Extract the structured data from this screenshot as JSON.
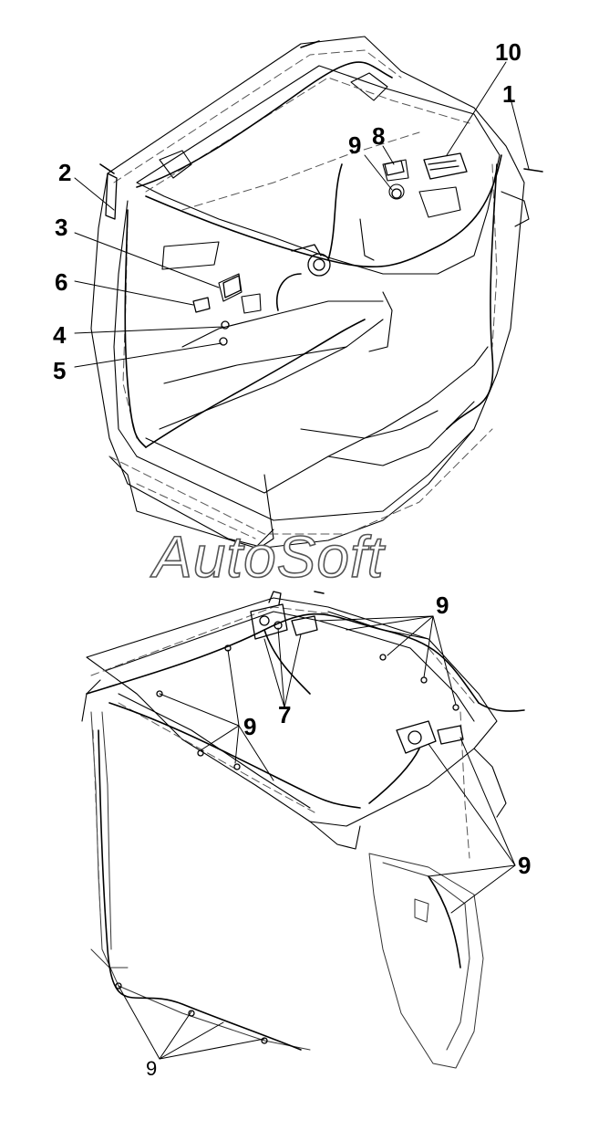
{
  "watermark": "AutoSoft",
  "callouts": {
    "c10": "10",
    "c1": "1",
    "c2": "2",
    "c3": "3",
    "c6": "6",
    "c4": "4",
    "c5": "5",
    "c9a": "9",
    "c8": "8",
    "c9b": "9",
    "c9c": "9",
    "c7": "7",
    "c9d": "9",
    "c9e": "9"
  },
  "colors": {
    "line": "#000000",
    "dashed": "#555555",
    "background": "#ffffff"
  }
}
